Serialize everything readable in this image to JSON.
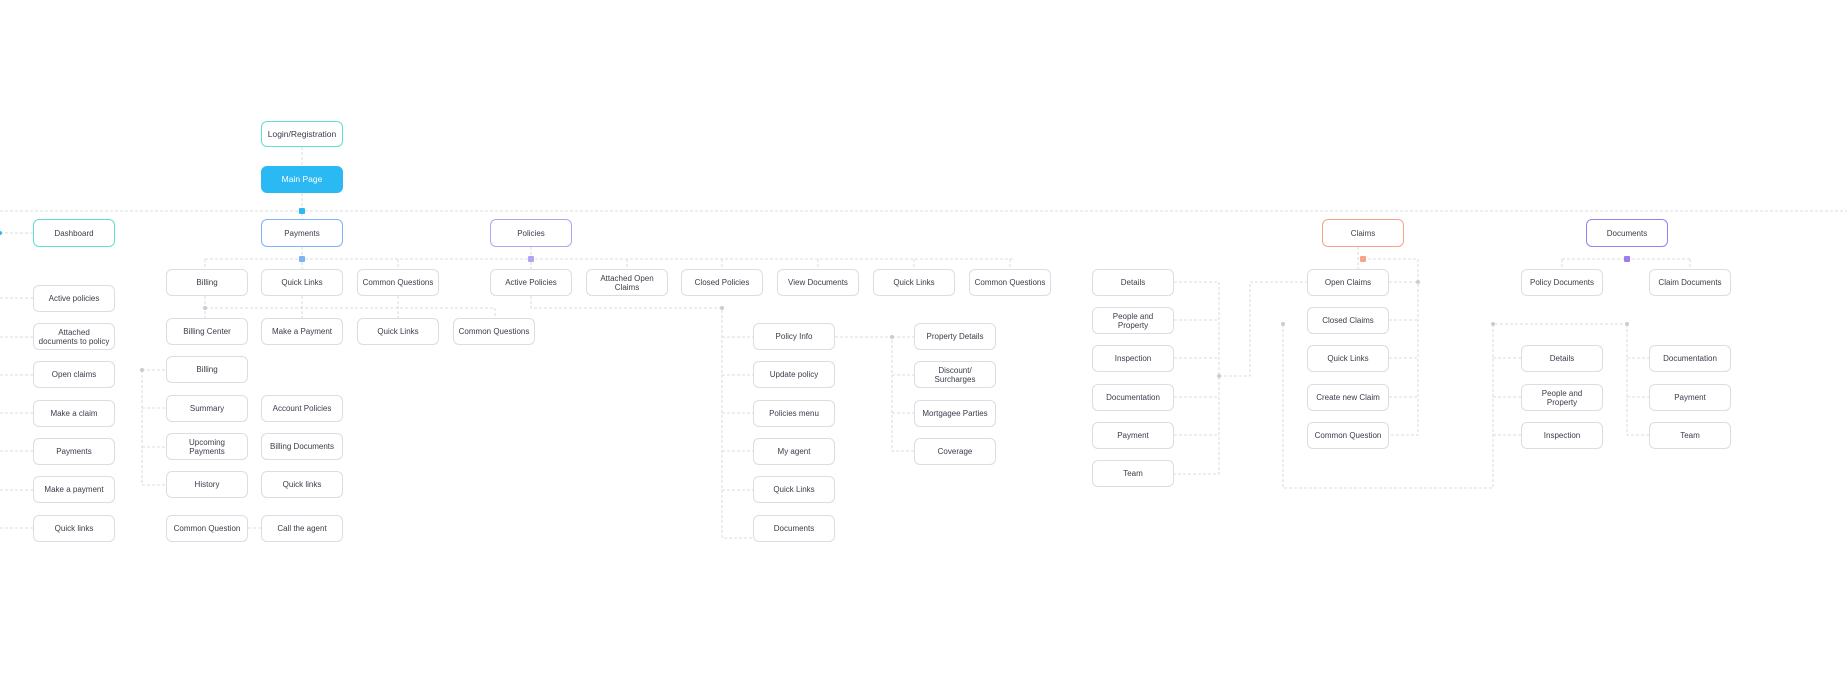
{
  "colors": {
    "primary": "#2bb9f4",
    "line": "#cfd2d9",
    "dot_gray": "#c9ccd3",
    "teal_border": "#5fe0d2",
    "blue_border": "#7fb2f7",
    "purple_border": "#b3a4f4",
    "orange_border": "#f7a48b",
    "violet_border": "#9c7df2"
  },
  "nodes": {
    "login": "Login/Registration",
    "main_page": "Main Page",
    "dashboard": "Dashboard",
    "payments": "Payments",
    "policies": "Policies",
    "claims": "Claims",
    "documents": "Documents",
    "dashboard_items": [
      "Active policies",
      "Attached documents to policy",
      "Open claims",
      "Make a claim",
      "Payments",
      "Make a payment",
      "Quick links"
    ],
    "payments_children": {
      "billing": "Billing",
      "quick_links": "Quick Links",
      "common_questions": "Common Questions",
      "billing_center": "Billing Center",
      "billing_center_items": [
        "Billing",
        "Summary",
        "Upcoming Payments",
        "History"
      ],
      "common_question": "Common Question",
      "make_a_payment": "Make a Payment",
      "quick_links_items": [
        "Account Policies",
        "Billing Documents",
        "Quick links",
        "Call the agent"
      ],
      "common_quick_links": "Quick Links"
    },
    "policies_children": [
      "Active Policies",
      "Attached Open Claims",
      "Closed Policies",
      "View Documents",
      "Quick Links",
      "Common Questions"
    ],
    "active_policies_common": "Common Questions",
    "active_policies_items": [
      "Policy Info",
      "Update policy",
      "Policies menu",
      "My agent",
      "Quick Links",
      "Documents"
    ],
    "policy_info_items": [
      "Property Details",
      "Discount/ Surcharges",
      "Mortgagee Parties",
      "Coverage"
    ],
    "claims_children": [
      "Open Claims",
      "Closed Claims",
      "Quick Links",
      "Create new Claim",
      "Common Question"
    ],
    "open_claims_items": [
      "Details",
      "People and Property",
      "Inspection",
      "Documentation",
      "Payment",
      "Team"
    ],
    "documents_children": [
      "Policy Documents",
      "Claim Documents"
    ],
    "policy_documents_items": [
      "Details",
      "People and Property",
      "Inspection"
    ],
    "claim_documents_items": [
      "Documentation",
      "Payment",
      "Team"
    ]
  }
}
